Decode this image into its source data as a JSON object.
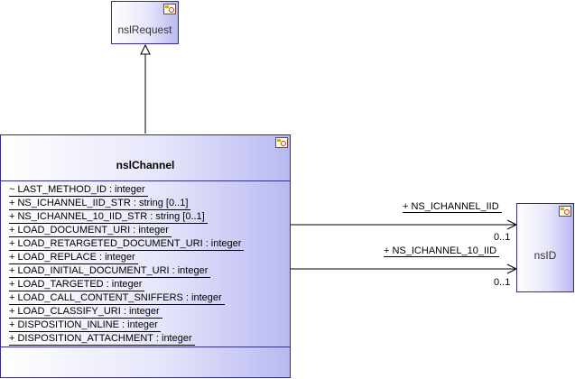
{
  "classes": {
    "nslRequest": {
      "name": "nslRequest"
    },
    "nslChannel": {
      "name": "nslChannel",
      "attributes": [
        "~ LAST_METHOD_ID : integer",
        "+ NS_ICHANNEL_IID_STR : string [0..1]",
        "+ NS_ICHANNEL_10_IID_STR : string [0..1]",
        "+ LOAD_DOCUMENT_URI : integer",
        "+ LOAD_RETARGETED_DOCUMENT_URI : integer",
        "+ LOAD_REPLACE : integer",
        "+ LOAD_INITIAL_DOCUMENT_URI : integer",
        "+ LOAD_TARGETED : integer",
        "+ LOAD_CALL_CONTENT_SNIFFERS : integer",
        "+ LOAD_CLASSIFY_URI : integer",
        "+ DISPOSITION_INLINE : integer",
        "+ DISPOSITION_ATTACHMENT : integer"
      ]
    },
    "nsID": {
      "name": "nsID"
    }
  },
  "associations": [
    {
      "role": "+ NS_ICHANNEL_IID",
      "multiplicity": "0..1"
    },
    {
      "role": "+ NS_ICHANNEL_10_IID",
      "multiplicity": "0..1"
    }
  ],
  "icons": {
    "stereotype": "class-stereotype-icon",
    "generalization": "hollow-triangle-arrowhead",
    "navigation": "open-arrowhead"
  }
}
